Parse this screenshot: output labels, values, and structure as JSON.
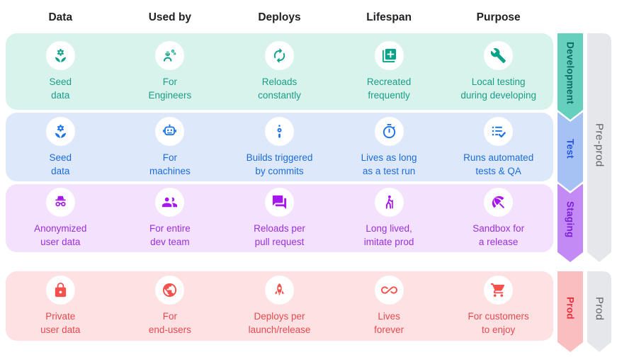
{
  "columns": [
    "Data",
    "Used by",
    "Deploys",
    "Lifespan",
    "Purpose"
  ],
  "rows": [
    {
      "ribbon": "Development",
      "cells": [
        {
          "icon": "seed-icon",
          "label": "Seed\ndata"
        },
        {
          "icon": "engineers-icon",
          "label": "For\nEngineers"
        },
        {
          "icon": "sync-icon",
          "label": "Reloads\nconstantly"
        },
        {
          "icon": "library-add-icon",
          "label": "Recreated\nfrequently"
        },
        {
          "icon": "wrench-icon",
          "label": "Local testing\nduring developing"
        }
      ]
    },
    {
      "ribbon": "Test",
      "cells": [
        {
          "icon": "seed-icon",
          "label": "Seed\ndata"
        },
        {
          "icon": "robot-icon",
          "label": "For\nmachines"
        },
        {
          "icon": "commit-icon",
          "label": "Builds triggered\nby commits"
        },
        {
          "icon": "timer-icon",
          "label": "Lives as long\nas a test run"
        },
        {
          "icon": "checklist-icon",
          "label": "Runs automated\ntests & QA"
        }
      ]
    },
    {
      "ribbon": "Staging",
      "cells": [
        {
          "icon": "incognito-icon",
          "label": "Anonymized\nuser data"
        },
        {
          "icon": "group-icon",
          "label": "For entire\ndev team"
        },
        {
          "icon": "forum-icon",
          "label": "Reloads per\npull request"
        },
        {
          "icon": "hiking-icon",
          "label": "Long lived,\nimitate prod"
        },
        {
          "icon": "umbrella-icon",
          "label": "Sandbox for\na release"
        }
      ]
    },
    {
      "ribbon": "Prod",
      "cells": [
        {
          "icon": "lock-icon",
          "label": "Private\nuser data"
        },
        {
          "icon": "globe-icon",
          "label": "For\nend-users"
        },
        {
          "icon": "rocket-icon",
          "label": "Deploys per\nlaunch/release"
        },
        {
          "icon": "infinity-icon",
          "label": "Lives\nforever"
        },
        {
          "icon": "cart-icon",
          "label": "For customers\nto enjoy"
        }
      ]
    }
  ],
  "side_ribbons": {
    "pre_prod": "Pre-prod",
    "prod": "Prod"
  },
  "colors": {
    "development": {
      "band": "#d8f3ec",
      "accent": "#0aa38a",
      "ribbon": "#67cfbe",
      "ribbon_text": "#0a6c60"
    },
    "test": {
      "band": "#dde9fb",
      "accent": "#1a73e8",
      "ribbon": "#a6c2f4",
      "ribbon_text": "#2a56dd"
    },
    "staging": {
      "band": "#f3e1fd",
      "accent": "#a616ee",
      "ribbon": "#c389f4",
      "ribbon_text": "#7e1fd4"
    },
    "prod": {
      "band": "#fde1e3",
      "accent": "#f4514d",
      "ribbon": "#fbbec0",
      "ribbon_text": "#e72e3d"
    },
    "gray_ribbon": "#e5e7ea",
    "gray_text": "#5f6368",
    "header_text": "#202124"
  }
}
